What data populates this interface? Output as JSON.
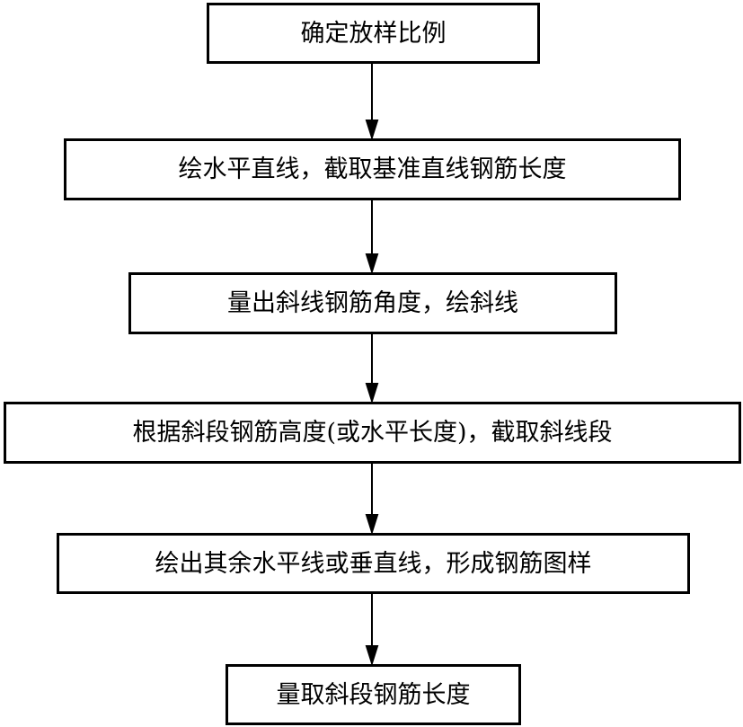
{
  "flowchart": {
    "steps": [
      "确定放样比例",
      "绘水平直线，截取基准直线钢筋长度",
      "量出斜线钢筋角度，绘斜线",
      "根据斜段钢筋高度(或水平长度)，截取斜线段",
      "绘出其余水平线或垂直线，形成钢筋图样",
      "量取斜段钢筋长度"
    ]
  },
  "colors": {
    "stroke": "#000000",
    "background": "#ffffff"
  }
}
